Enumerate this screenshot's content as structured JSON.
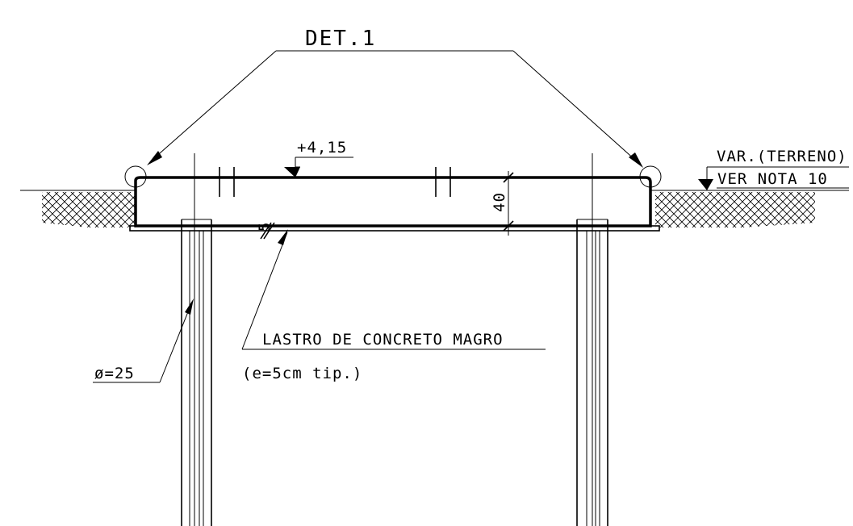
{
  "labels": {
    "detail": "DET.1",
    "elevation": "+4,15",
    "slab_thickness": "40",
    "blinding_thickness": "5",
    "ground_level": "VAR.(TERRENO)",
    "ground_note": "VER NOTA 10",
    "blinding_title": "LASTRO DE CONCRETO MAGRO",
    "blinding_spec": "(e=5cm tip.)",
    "pile_diameter": "ø=25"
  },
  "icons": {
    "hatch": "soil-crosshatch",
    "marker": "level-triangle-marker",
    "arrow": "leader-arrowhead"
  }
}
